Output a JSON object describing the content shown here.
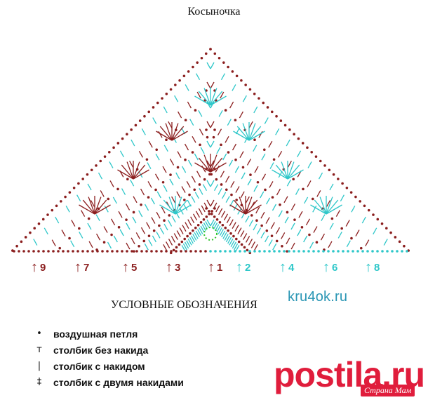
{
  "title": "Косыночка",
  "row_labels": [
    {
      "num": "9",
      "color": "#8b1e1e"
    },
    {
      "num": "7",
      "color": "#8b1e1e"
    },
    {
      "num": "5",
      "color": "#8b1e1e"
    },
    {
      "num": "3",
      "color": "#8b1e1e"
    },
    {
      "num": "1",
      "color": "#8b1e1e"
    },
    {
      "num": "2",
      "color": "#2ec7c9"
    },
    {
      "num": "4",
      "color": "#2ec7c9"
    },
    {
      "num": "6",
      "color": "#2ec7c9"
    },
    {
      "num": "8",
      "color": "#2ec7c9"
    }
  ],
  "watermark": "kru4ok.ru",
  "legend": {
    "title": "УСЛОВНЫЕ ОБОЗНАЧЕНИЯ",
    "items": [
      {
        "symbol": "•",
        "text": "воздушная петля"
      },
      {
        "symbol": "т",
        "text": "столбик без накида"
      },
      {
        "symbol": "|",
        "text": "столбик с накидом"
      },
      {
        "symbol": "‡",
        "text": "столбик с двумя накидами"
      }
    ]
  },
  "postila_logo": "postila.ru",
  "strana_badge": "Страна Мам",
  "colors": {
    "odd_rows": "#8b1e1e",
    "even_rows": "#2ec7c9",
    "center_ring": "#31c52e"
  }
}
